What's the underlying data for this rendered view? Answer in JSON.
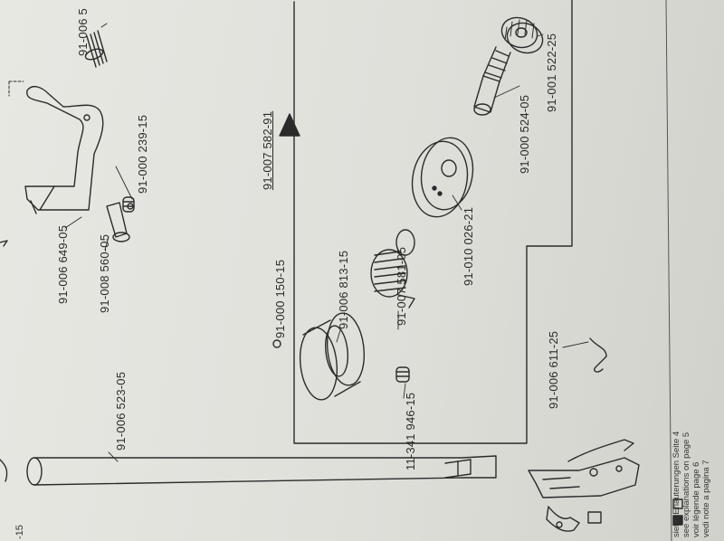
{
  "page_ref": "-15",
  "assembly_number": "91-007 582-91",
  "parts": [
    {
      "id": "p1",
      "number": "91-006 5"
    },
    {
      "id": "p2",
      "number": "91-000 239-15"
    },
    {
      "id": "p3",
      "number": "91-006 649-05"
    },
    {
      "id": "p4",
      "number": "91-008 560-05"
    },
    {
      "id": "p5",
      "number": "91-006 523-05"
    },
    {
      "id": "p6",
      "number": "91-000 150-15"
    },
    {
      "id": "p7",
      "number": "91-006 813-15"
    },
    {
      "id": "p8",
      "number": "91-007 581-05"
    },
    {
      "id": "p9",
      "number": "91-010 026-21"
    },
    {
      "id": "p10",
      "number": "91-000 524-05"
    },
    {
      "id": "p11",
      "number": "91-001 522-25"
    },
    {
      "id": "p12",
      "number": "11-341 946-15"
    },
    {
      "id": "p13",
      "number": "91-006 611-25"
    }
  ],
  "legend": {
    "line1": "siehe Erläuterungen Seite 4",
    "line2": "see explanations on page 5",
    "line3": "voir légende page 6",
    "line4": "vedi note a pagina 7"
  }
}
